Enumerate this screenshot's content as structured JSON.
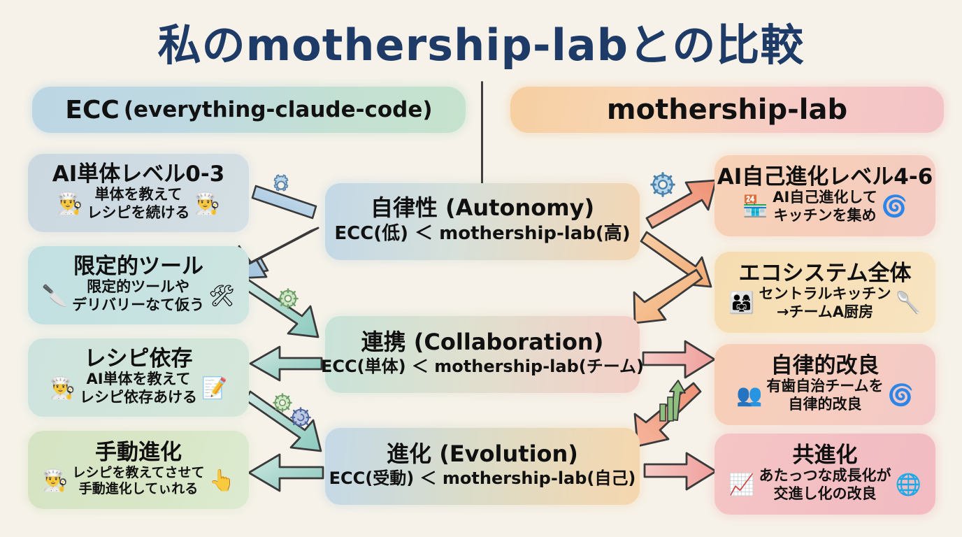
{
  "page": {
    "title": "私のmothership-labとの比較",
    "background_color": "#f6f2e9",
    "title_color": "#1e3a66"
  },
  "headers": {
    "left": {
      "main": "ECC",
      "sub": "(everything-claude-code)"
    },
    "right": {
      "main": "mothership-lab"
    }
  },
  "left_column": [
    {
      "title": "AI単体レベル0-3",
      "line1": "単体を教えて",
      "line2": "レシピを続ける",
      "icon_left": "chef-icon",
      "icon_left_glyph": "👨‍🍳",
      "icon_right": "chef-icon",
      "icon_right_glyph": "👨‍🍳",
      "color": "#ccd8e0"
    },
    {
      "title": "限定的ツール",
      "line1": "限定的ツールや",
      "line2": "デリバリーなて仮う",
      "icon_left": "knife-icon",
      "icon_left_glyph": "🔪",
      "icon_right": "tools-icon",
      "icon_right_glyph": "🛠",
      "color": "#c2e0e2"
    },
    {
      "title": "レシピ依存",
      "line1": "AI単体を教えて",
      "line2": "レシピ依存あける",
      "icon_left": "chef-icon",
      "icon_left_glyph": "👨‍🍳",
      "icon_right": "clipboard-pencil-icon",
      "icon_right_glyph": "📝",
      "color": "#cde3de"
    },
    {
      "title": "手動進化",
      "line1": "レシピを教えてさせて",
      "line2": "手動進化してぃれる",
      "icon_left": "chef-icon",
      "icon_left_glyph": "👨‍🍳",
      "icon_right": "pointing-hand-icon",
      "icon_right_glyph": "👆",
      "color": "#d5e4c4"
    }
  ],
  "center_column": [
    {
      "title": "自律性 (Autonomy)",
      "comparison": "ECC(低) ＜ mothership-lab(高)"
    },
    {
      "title": "連携 (Collaboration)",
      "comparison": "ECC(単体) ＜ mothership-lab(チーム)"
    },
    {
      "title": "進化 (Evolution)",
      "comparison": "ECC(受動) ＜ mothership-lab(自己)"
    }
  ],
  "right_column": [
    {
      "title": "AI自己進化レベル4-6",
      "line1": "AI自己進化して",
      "line2": "キッチンを集め",
      "icon_left": "kitchen-icon",
      "icon_left_glyph": "🏪",
      "icon_right": "spiral-cycle-icon",
      "icon_right_glyph": "🌀",
      "color": "#f7d2b6"
    },
    {
      "title": "エコシステム全体",
      "line1": "セントラルキッチン",
      "line2": "→チームA厨房",
      "icon_left": "team-cooking-icon",
      "icon_left_glyph": "👨‍👩‍👧",
      "icon_right": "utensils-icon",
      "icon_right_glyph": "🥄",
      "color": "#f6dcb1"
    },
    {
      "title": "自律的改良",
      "line1": "有歯自治チームを",
      "line2": "自律的改良",
      "icon_left": "people-group-icon",
      "icon_left_glyph": "👥",
      "icon_right": "spiral-cycle-icon",
      "icon_right_glyph": "🌀",
      "color": "#f7cfb6"
    },
    {
      "title": "共進化",
      "line1": "あたっつな成長化が",
      "line2": "交進し化の改良",
      "icon_left": "growth-chart-icon",
      "icon_left_glyph": "📈",
      "icon_right": "globe-cycle-icon",
      "icon_right_glyph": "🌐",
      "color": "#f4c6c4"
    }
  ],
  "gears": [
    {
      "name": "gear-blue-top",
      "color": "#6f9ec4"
    },
    {
      "name": "gear-green-mid",
      "color": "#7fae7a"
    },
    {
      "name": "gear-green-low",
      "color": "#7fae7a"
    },
    {
      "name": "gear-blue-low",
      "color": "#5f82b5"
    },
    {
      "name": "gear-blue-right",
      "color": "#5f9ecf"
    }
  ],
  "arrow_colors": {
    "left_blue": "#a9c8de",
    "left_teal": "#9cd0c6",
    "left_green": "#9ccfbe",
    "right_salmon": "#f0a184",
    "right_orange": "#f5bc8a",
    "right_pink": "#f3a9a6"
  }
}
